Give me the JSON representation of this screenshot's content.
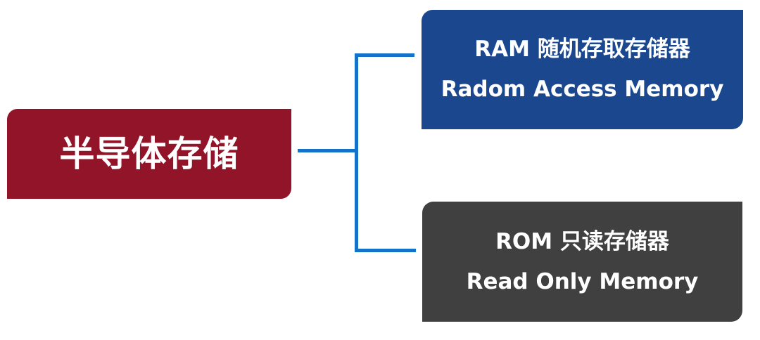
{
  "diagram": {
    "root": {
      "label": "半导体存储",
      "color": "#921428"
    },
    "children": [
      {
        "title": "RAM 随机存取存储器",
        "subtitle": "Radom Access Memory",
        "color": "#1B478F"
      },
      {
        "title": "ROM 只读存储器",
        "subtitle": "Read Only Memory",
        "color": "#404040"
      }
    ],
    "connector_color": "#1472C8"
  }
}
